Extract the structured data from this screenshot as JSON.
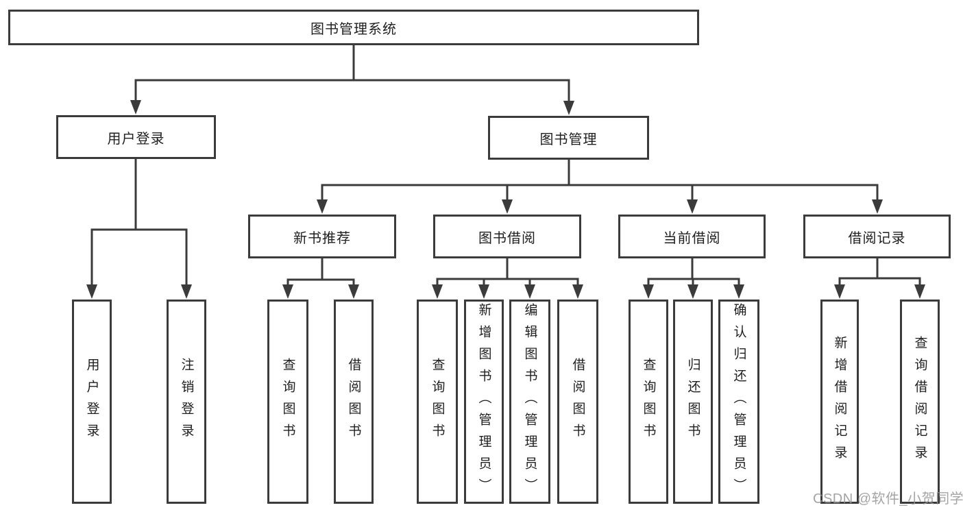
{
  "diagram": {
    "root": {
      "label": "图书管理系统"
    },
    "level1": [
      {
        "label": "用户登录"
      },
      {
        "label": "图书管理"
      }
    ],
    "level2": [
      {
        "label": "新书推荐"
      },
      {
        "label": "图书借阅"
      },
      {
        "label": "当前借阅"
      },
      {
        "label": "借阅记录"
      }
    ],
    "leaves": {
      "user_login": [
        {
          "label": "用户登录"
        },
        {
          "label": "注销登录"
        }
      ],
      "new_books": [
        {
          "label": "查询图书"
        },
        {
          "label": "借阅图书"
        }
      ],
      "book_borrow": [
        {
          "label": "查询图书"
        },
        {
          "label": "新增图书（管理员）"
        },
        {
          "label": "编辑图书（管理员）"
        },
        {
          "label": "借阅图书"
        }
      ],
      "current_borrow": [
        {
          "label": "查询图书"
        },
        {
          "label": "归还图书"
        },
        {
          "label": "确认归还（管理员）"
        }
      ],
      "borrow_records": [
        {
          "label": "新增借阅记录"
        },
        {
          "label": "查询借阅记录"
        }
      ]
    }
  },
  "watermark": {
    "text": "CSDN @软件_小贺同学"
  },
  "colors": {
    "line": "#3b3b3b",
    "text": "#1f1f1f",
    "background": "#ffffff",
    "watermark": "#949494"
  }
}
